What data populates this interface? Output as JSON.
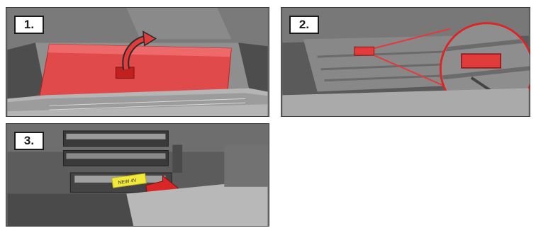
{
  "steps": [
    {
      "label": "1."
    },
    {
      "label": "2."
    },
    {
      "label": "3."
    }
  ],
  "tag_text": "NEW 4V",
  "colors": {
    "highlight_red": "#e23b3b",
    "arrow_red": "#d92626",
    "label_yellow": "#f2e93a",
    "panel_gray": "#6d6d6d"
  },
  "icons": [
    "curved-up-arrow-icon",
    "pull-arrow-icon",
    "magnifier-callout-icon"
  ]
}
